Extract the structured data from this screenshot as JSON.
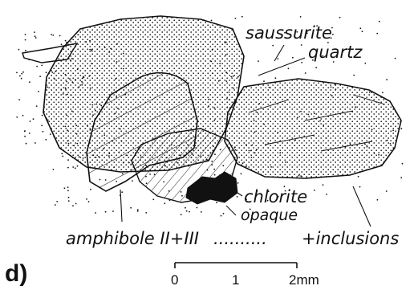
{
  "panel_label": "d)",
  "labels": {
    "saussurite": "saussurite",
    "quartz": "quartz",
    "chlorite": "chlorite",
    "opaque": "opaque",
    "amphibole": "amphibole II+III",
    "leader_dots": "..........",
    "inclusions": "+inclusions"
  },
  "scale_bar": {
    "ticks": [
      "0",
      "1",
      "2mm"
    ]
  },
  "colors": {
    "ink": "#111111",
    "background": "#ffffff"
  }
}
